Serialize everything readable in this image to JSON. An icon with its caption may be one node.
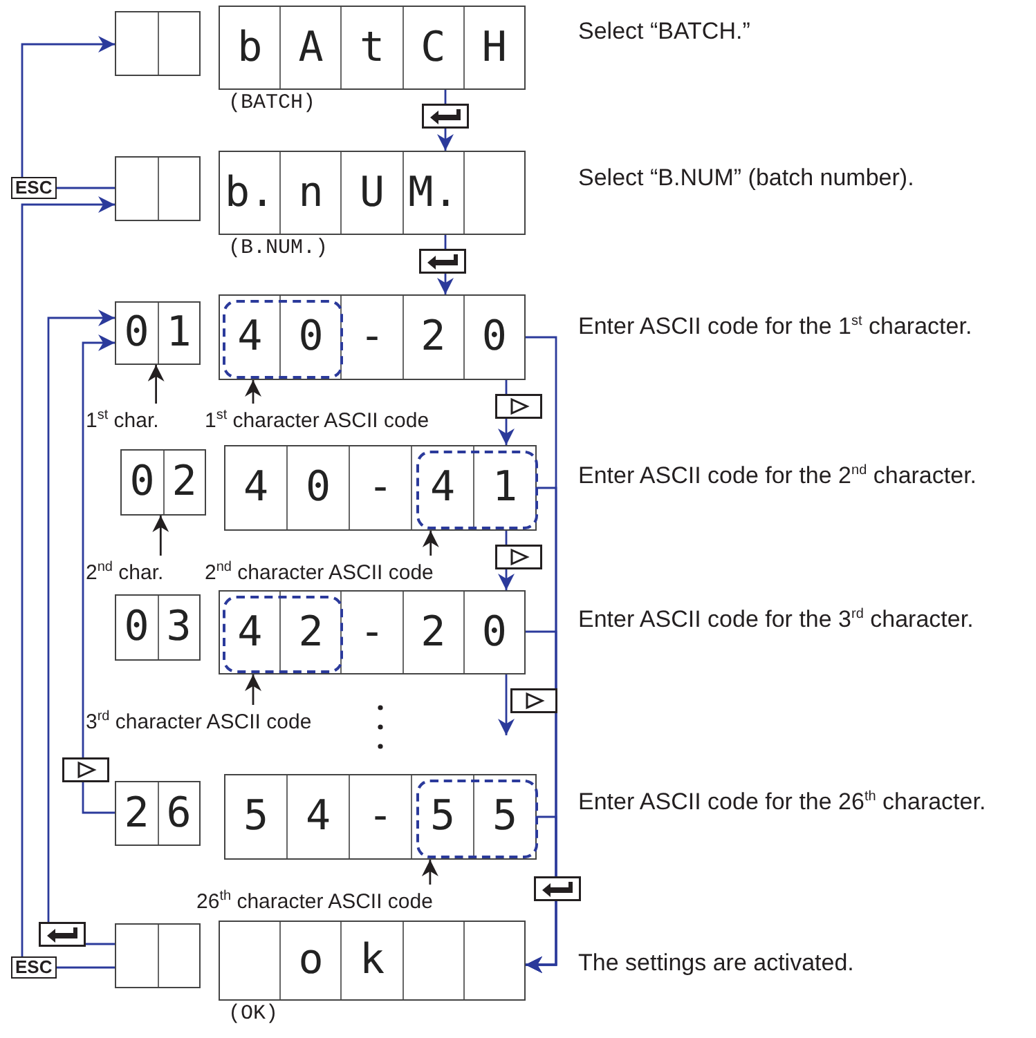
{
  "diagram": {
    "nodes": [
      {
        "text": [],
        "shape": "box"
      },
      {
        "text": [
          "b",
          "A",
          "t",
          "C",
          "H"
        ],
        "beside": [
          "(BATCH)"
        ]
      },
      {
        "text": [],
        "shape": "box"
      },
      {
        "text": [
          "b.",
          "n",
          "U",
          "M."
        ],
        "beside": [
          "(B.NUM.)"
        ]
      },
      {
        "text": [
          "0",
          "1"
        ]
      },
      {
        "text": [
          "4",
          "0",
          "-",
          "2",
          "0"
        ]
      },
      {
        "text": [
          "1$^{st}$ char."
        ]
      },
      {
        "text": [
          "1$^{st}$ character ASCII code"
        ]
      },
      {
        "text": [
          "0",
          "2"
        ]
      },
      {
        "text": [
          "4",
          "0",
          "-",
          "4",
          "1"
        ]
      },
      {
        "text": [
          "2$^{nd}$ char."
        ]
      },
      {
        "text": [
          "2$^{nd}$ character ASCII code"
        ]
      },
      {
        "text": [
          "0",
          "3"
        ]
      },
      {
        "text": [
          "4",
          "2",
          "-",
          "2",
          "0"
        ]
      },
      {
        "text": [
          "3$^{rd}$ character ASCII code"
        ]
      },
      {
        "text": [
          "2",
          "6"
        ]
      },
      {
        "text": [
          "5",
          "4",
          "-",
          "5",
          "5"
        ]
      },
      {
        "text": [
          "26$^{th}$ character ASCII code"
        ]
      },
      {
        "text": [],
        "shape": "box"
      },
      {
        "text": [
          "o",
          "k"
        ],
        "beside": [
          "(OK)"
        ]
      }
    ],
    "edges": [
      {
        "from": 1,
        "to": 3,
        "arrow": "to"
      },
      {
        "from": 3,
        "to": 5,
        "arrow": "to"
      },
      {
        "from": 5,
        "to": 9,
        "arrow": "to"
      },
      {
        "from": 9,
        "to": 13,
        "arrow": "to"
      },
      {
        "from": 13,
        "to": null,
        "arrow": "to"
      },
      {
        "from": 5,
        "to": 19,
        "arrow": "to"
      },
      {
        "from": 9,
        "to": 19,
        "arrow": "to"
      },
      {
        "from": 13,
        "to": 19,
        "arrow": "to"
      },
      {
        "from": 16,
        "to": 19,
        "arrow": "to"
      },
      {
        "from": 15,
        "to": 4,
        "arrow": "to"
      },
      {
        "from": 18,
        "to": 4,
        "arrow": "to"
      },
      {
        "from": 2,
        "to": 0,
        "arrow": "to",
        "label": "ESC"
      },
      {
        "from": 18,
        "to": 2,
        "arrow": "to",
        "label": "ESC"
      },
      {
        "from": 6,
        "to": 4,
        "arrow": "to",
        "color": "#231f20"
      },
      {
        "from": 7,
        "to": 5,
        "arrow": "to",
        "color": "#231f20"
      },
      {
        "from": 10,
        "to": 8,
        "arrow": "to",
        "color": "#231f20"
      },
      {
        "from": 11,
        "to": 9,
        "arrow": "to",
        "color": "#231f20"
      },
      {
        "from": 14,
        "to": 13,
        "arrow": "to",
        "color": "#231f20"
      },
      {
        "from": 17,
        "to": 16,
        "arrow": "to",
        "color": "#231f20"
      }
    ],
    "labels": [
      "Select “BATCH.”",
      "Select “B.NUM” (batch number).",
      "Enter ASCII code for the 1$^{st}$ character.",
      "Enter ASCII code for the 2$^{nd}$ character.",
      "Enter ASCII code for the 3$^{rd}$ character.",
      "Enter ASCII code for the 26$^{th}$ character.",
      "The settings are activated."
    ]
  }
}
